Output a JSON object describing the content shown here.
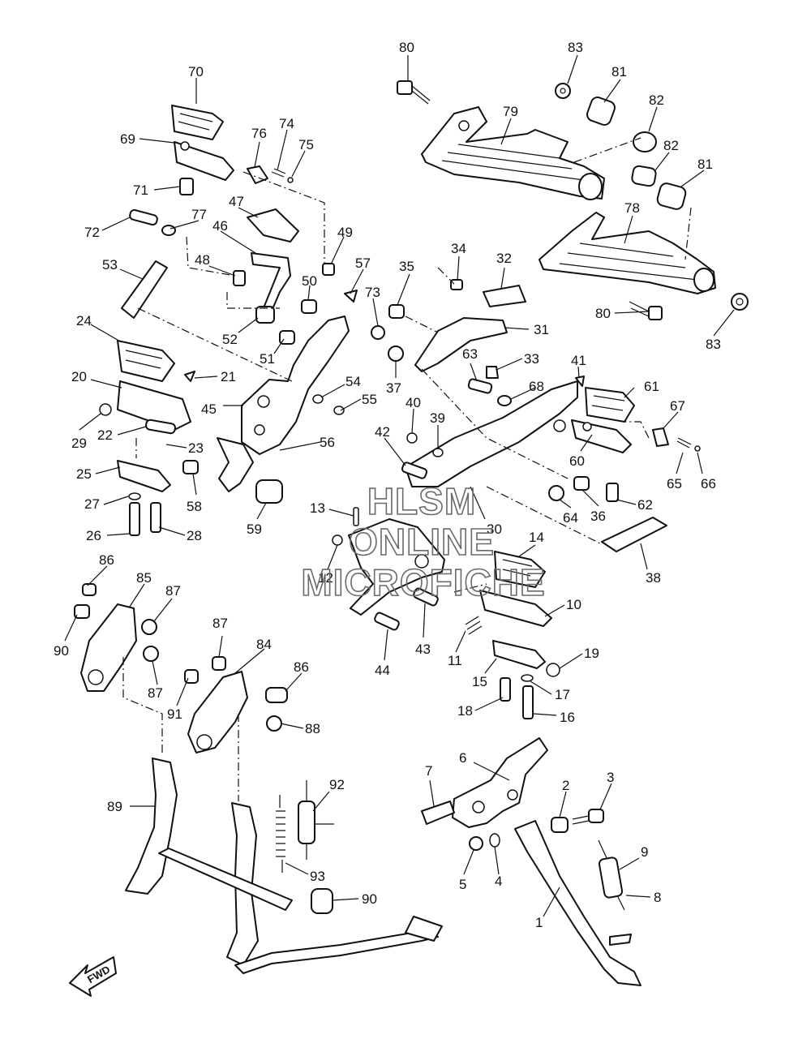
{
  "diagram": {
    "callouts": [
      "1",
      "2",
      "3",
      "4",
      "5",
      "6",
      "7",
      "8",
      "9",
      "10",
      "11",
      "12",
      "13",
      "14",
      "15",
      "16",
      "17",
      "18",
      "19",
      "20",
      "21",
      "22",
      "23",
      "24",
      "25",
      "26",
      "27",
      "28",
      "29",
      "30",
      "31",
      "32",
      "33",
      "34",
      "35",
      "36",
      "37",
      "38",
      "39",
      "40",
      "41",
      "42",
      "43",
      "44",
      "45",
      "46",
      "47",
      "48",
      "49",
      "50",
      "51",
      "52",
      "53",
      "54",
      "55",
      "56",
      "57",
      "58",
      "59",
      "60",
      "61",
      "62",
      "63",
      "64",
      "65",
      "66",
      "67",
      "68",
      "69",
      "70",
      "71",
      "72",
      "73",
      "74",
      "75",
      "76",
      "77",
      "78",
      "79",
      "80",
      "80",
      "81",
      "81",
      "82",
      "82",
      "83",
      "83",
      "84",
      "85",
      "86",
      "86",
      "87",
      "87",
      "87",
      "88",
      "89",
      "90",
      "90",
      "91",
      "92",
      "93"
    ]
  },
  "watermark": {
    "line1": "HLSM",
    "line2": "ONLINE",
    "line3": "MICROFICHE"
  },
  "direction_badge": "FWD"
}
